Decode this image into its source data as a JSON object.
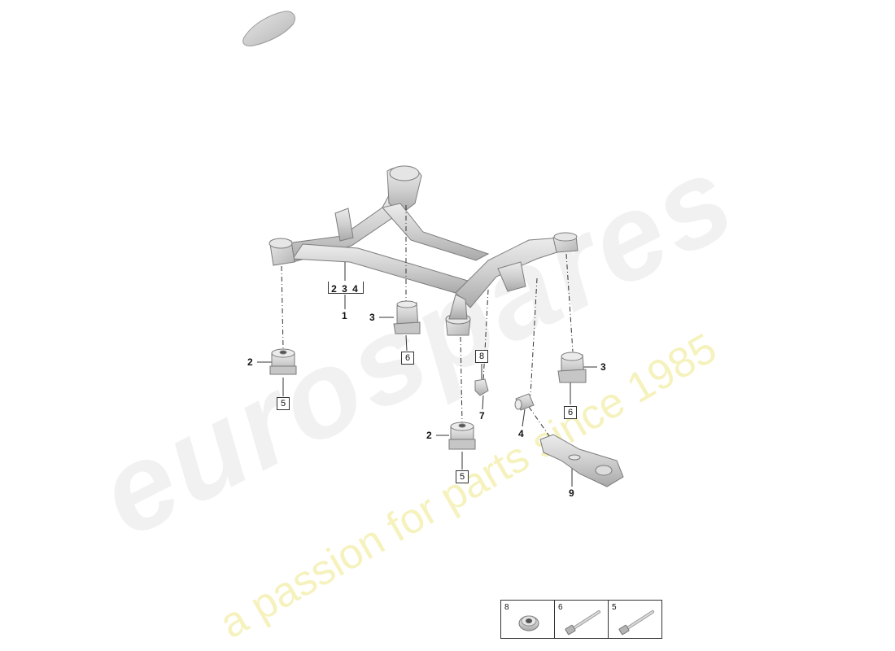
{
  "watermark": {
    "brand": "eurospares",
    "slogan": "a passion for parts since 1985"
  },
  "callouts": {
    "c1": "1",
    "c2_left": "2",
    "c2_bottom": "2",
    "c3_left": "3",
    "c3_right": "3",
    "c4": "4",
    "c7": "7",
    "c9": "9"
  },
  "group": {
    "n1": "2",
    "n2": "3",
    "n3": "4"
  },
  "boxed": {
    "b5_left": "5",
    "b5_bottom": "5",
    "b6_mid": "6",
    "b6_right": "6",
    "b8": "8"
  },
  "legend": [
    {
      "number": "8",
      "icon": "nut-icon"
    },
    {
      "number": "6",
      "icon": "bolt-icon"
    },
    {
      "number": "5",
      "icon": "bolt-icon"
    }
  ],
  "colors": {
    "part": "#d4d4d4",
    "part_edge": "#8a8a8a",
    "watermark_grey": "#e6e6e6",
    "watermark_yellow": "#f0ec9e"
  }
}
